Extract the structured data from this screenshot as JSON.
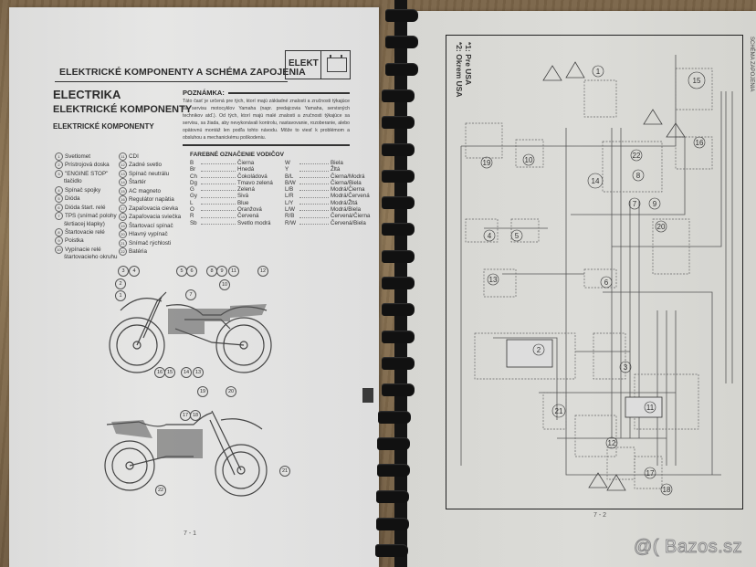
{
  "left_page": {
    "chapter_title": "ELEKTRICKÉ KOMPONENTY A SCHÉMA ZAPOJENIA",
    "section_tab": "ELEKT",
    "section_icon": "battery-icon",
    "heading_1": "ELECTRIKA",
    "heading_2": "ELEKTRICKÉ KOMPONENTY",
    "heading_3": "ELEKTRICKÉ KOMPONENTY",
    "note": {
      "title": "POZNÁMKA:",
      "body": "Táto časť je určená pre tých, ktorí majú základné znalosti a zručnosti týkajúce sa servisu motocyklov Yamaha (napr. predajcovia Yamaha, servisných technikov atď.). Od tých, ktorí majú malé znalosti a zručnosti týkajúce sa servisu, sa žiada, aby nevykonávali kontrolu, nastavovanie, rozoberanie, alebo opätovnú montáž len podľa tohto návodu. Môže to viesť k problémom a obsluhou a mechanickému poškodeniu."
    },
    "components_col1": [
      {
        "num": "1",
        "label": "Svetlomet"
      },
      {
        "num": "2",
        "label": "Prístrojová doska"
      },
      {
        "num": "3",
        "label": "\"ENGINE STOP\"",
        "cont": "tlačidlo"
      },
      {
        "num": "4",
        "label": "Spínač spojky"
      },
      {
        "num": "5",
        "label": "Dióda"
      },
      {
        "num": "6",
        "label": "Dióda štart. relé"
      },
      {
        "num": "7",
        "label": "TPS (snímač polohy",
        "cont": "škrtiacej klapky)"
      },
      {
        "num": "8",
        "label": "Štartovacie relé"
      },
      {
        "num": "9",
        "label": "Poistka"
      },
      {
        "num": "10",
        "label": "Vypínacie relé",
        "cont": "štartovacieho okruhu"
      }
    ],
    "components_col2": [
      {
        "num": "11",
        "label": "CDI"
      },
      {
        "num": "12",
        "label": "Zadné svetlo"
      },
      {
        "num": "13",
        "label": "Spínač neutrálu"
      },
      {
        "num": "14",
        "label": "Štartér"
      },
      {
        "num": "15",
        "label": "AC magneto"
      },
      {
        "num": "16",
        "label": "Regulátor napätia"
      },
      {
        "num": "17",
        "label": "Zapaľovacia cievka"
      },
      {
        "num": "18",
        "label": "Zapaľovacia sviečka"
      },
      {
        "num": "19",
        "label": "Štartovací spínač"
      },
      {
        "num": "20",
        "label": "Hlavný vypínač"
      },
      {
        "num": "21",
        "label": "Snímač rýchlosti"
      },
      {
        "num": "22",
        "label": "Batéria"
      }
    ],
    "wire_colors": {
      "title": "FAREBNÉ OZNAČENIE VODIČOV",
      "col1": [
        {
          "code": "B",
          "name": "Čierna"
        },
        {
          "code": "Br",
          "name": "Hnedá"
        },
        {
          "code": "Ch",
          "name": "Čokoládová"
        },
        {
          "code": "Dg",
          "name": "Tmavo zelená"
        },
        {
          "code": "G",
          "name": "Zelená"
        },
        {
          "code": "Gy",
          "name": "Sivá"
        },
        {
          "code": "L",
          "name": "Blue"
        },
        {
          "code": "O",
          "name": "Oranžová"
        },
        {
          "code": "R",
          "name": "Červená"
        },
        {
          "code": "Sb",
          "name": "Svetlo modrá"
        }
      ],
      "col2": [
        {
          "code": "W",
          "name": "Biela"
        },
        {
          "code": "Y",
          "name": "Žltá"
        },
        {
          "code": "B/L",
          "name": "Čierna/Modrá"
        },
        {
          "code": "B/W",
          "name": "Čierna/Biela"
        },
        {
          "code": "L/B",
          "name": "Modrá/Čierna"
        },
        {
          "code": "L/R",
          "name": "Modrá/Červená"
        },
        {
          "code": "L/Y",
          "name": "Modrá/Žltá"
        },
        {
          "code": "L/W",
          "name": "Modrá/Biela"
        },
        {
          "code": "R/B",
          "name": "Červená/Čierna"
        },
        {
          "code": "R/W",
          "name": "Červená/Biela"
        }
      ]
    },
    "diagram_callouts_top": [
      "1",
      "2",
      "3",
      "4",
      "5",
      "6",
      "7",
      "8",
      "9",
      "10",
      "11",
      "12",
      "13",
      "14",
      "15",
      "16"
    ],
    "diagram_callouts_bottom": [
      "17",
      "18",
      "19",
      "20",
      "21",
      "22"
    ],
    "page_number": "7 - 1"
  },
  "right_page": {
    "notes": [
      "*1: Pre USA",
      "*2: Okrem USA"
    ],
    "edge_text": "SCHÉMA ZAPOJENIA",
    "schematic_labels": [
      "1",
      "2",
      "3",
      "4",
      "5",
      "6",
      "7",
      "8",
      "9",
      "10",
      "11",
      "12",
      "13",
      "14",
      "15",
      "16",
      "17",
      "18",
      "19",
      "20",
      "21",
      "22"
    ],
    "page_number": "7 - 2"
  },
  "watermark": "@( Bazos.sz"
}
